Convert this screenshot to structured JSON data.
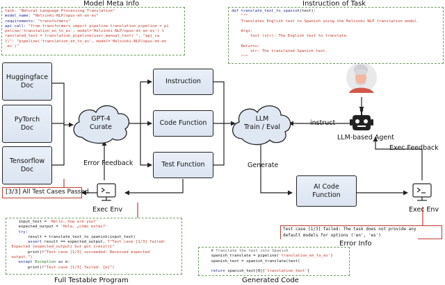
{
  "titles": {
    "model_meta": "Model Meta Info",
    "instruction_of_task": "Instruction of Task",
    "full_program": "Full Testable Program",
    "generated_code": "Generated Code",
    "error_info": "Error Info"
  },
  "docs": [
    "Huggingface\nDoc",
    "PyTorch\nDoc",
    "Tensorflow\nDoc"
  ],
  "curate": "GPT-4\nCurate",
  "components": [
    "Instruction",
    "Code Function",
    "Test Function"
  ],
  "llm": "LLM\nTrain / Eval",
  "ai_code": "AI Code\nFunction",
  "agent": "LLM-based Agent",
  "labels": {
    "error_feedback": "Error Feedback",
    "exec_env_left": "Exec Env",
    "exec_env_right": "Exec Env",
    "instruct": "instruct",
    "generate": "Generate",
    "exec_feedback": "Exec Feedback",
    "all_passed": "[3/3] All Test Cases Passed"
  },
  "meta_code": [
    [
      [
        "task: ",
        "red"
      ],
      [
        "\"Natural Language Processing Translation\"",
        "red"
      ]
    ],
    [
      [
        "model_name: ",
        "navy"
      ],
      [
        "\"Helsinki-NLP/opus-mt-en-es\"",
        "red"
      ]
    ],
    [
      [
        "requirements: ",
        "navy"
      ],
      [
        "\"transformers\"",
        "red"
      ]
    ],
    [
      [
        "api_call: ",
        "navy"
      ],
      [
        "\"from transformers import pipeline translation_pipeline = pi",
        "red"
      ]
    ],
    [
      [
        "peline('translation_en_to_es', model='Helsinki-NLP/opus-mt-en-es') t",
        "red"
      ]
    ],
    [
      [
        "ranslated_text = translation_pipeline(user_manual_text) \", \"api_ca",
        "red"
      ]
    ],
    [
      [
        "ll\": \"pipeline('translation_en_to_es', model='Helsinki-NLP/opus-mt-en",
        "red"
      ]
    ],
    [
      [
        "-es')\"",
        "red"
      ]
    ]
  ],
  "instruction_code": [
    [
      [
        "def ",
        "navy"
      ],
      [
        "translate_text_to_spanish",
        "navy"
      ],
      [
        "(text):",
        ""
      ]
    ],
    [
      [
        "    \"\"\"",
        "red"
      ]
    ],
    [
      [
        "    Translates English text to Spanish using the Helsinki NLP translation model.",
        "red"
      ]
    ],
    [
      [
        "",
        ""
      ]
    ],
    [
      [
        "    Args:",
        "red"
      ]
    ],
    [
      [
        "        text (str): The English text to translate.",
        "red"
      ]
    ],
    [
      [
        "",
        ""
      ]
    ],
    [
      [
        "    Returns:",
        "red"
      ]
    ],
    [
      [
        "        str: The translated Spanish text.",
        "red"
      ]
    ],
    [
      [
        "    \"\"\"",
        "red"
      ]
    ]
  ],
  "program_code": [
    [
      [
        "    input_text = ",
        ""
      ],
      [
        "'Hello, how are you?'",
        "red"
      ]
    ],
    [
      [
        "    expected_output = ",
        ""
      ],
      [
        "'Hola, ¿cómo estás?'",
        "red"
      ]
    ],
    [
      [
        "    ",
        ""
      ],
      [
        "try:",
        "navy"
      ]
    ],
    [
      [
        "        result = translate_text_to_spanish(input_text)",
        ""
      ]
    ],
    [
      [
        "        ",
        ""
      ],
      [
        "assert ",
        "navy"
      ],
      [
        "result == expected_output, ",
        ""
      ],
      [
        "f\"Test case [1/3] failed:",
        "red"
      ]
    ],
    [
      [
        " Expected {expected_output} but got {result}\"",
        "red"
      ]
    ],
    [
      [
        "        print(",
        ""
      ],
      [
        "f\"Test case [1/3] succeeded: Received expected",
        "red"
      ]
    ],
    [
      [
        " output.\")",
        "red"
      ]
    ],
    [
      [
        "    ",
        ""
      ],
      [
        "except ",
        "navy"
      ],
      [
        "Exception ",
        "green"
      ],
      [
        "as ",
        "navy"
      ],
      [
        "e:",
        ""
      ]
    ],
    [
      [
        "        print(",
        ""
      ],
      [
        "f\"Test case [1/3] failed: {e}\")",
        "red"
      ]
    ]
  ],
  "generated_code": [
    [
      [
        "    # Translate the text into Spanish",
        "gray"
      ]
    ],
    [
      [
        "    spanish_translate = pipeline(",
        ""
      ],
      [
        "'translation_en_to_es'",
        "red"
      ],
      [
        ")",
        ""
      ]
    ],
    [
      [
        "    spanish_text = spanish_translate(text)",
        ""
      ]
    ],
    [
      [
        "",
        ""
      ]
    ],
    [
      [
        "    ",
        ""
      ],
      [
        "return ",
        "navy"
      ],
      [
        "spanish_text[0][",
        ""
      ],
      [
        "'translation_text'",
        "red"
      ],
      [
        "]",
        ""
      ]
    ]
  ],
  "error_text": [
    "Test case [1/3] failed: The task does not provide any",
    "default models for options ('en', 'es')"
  ]
}
